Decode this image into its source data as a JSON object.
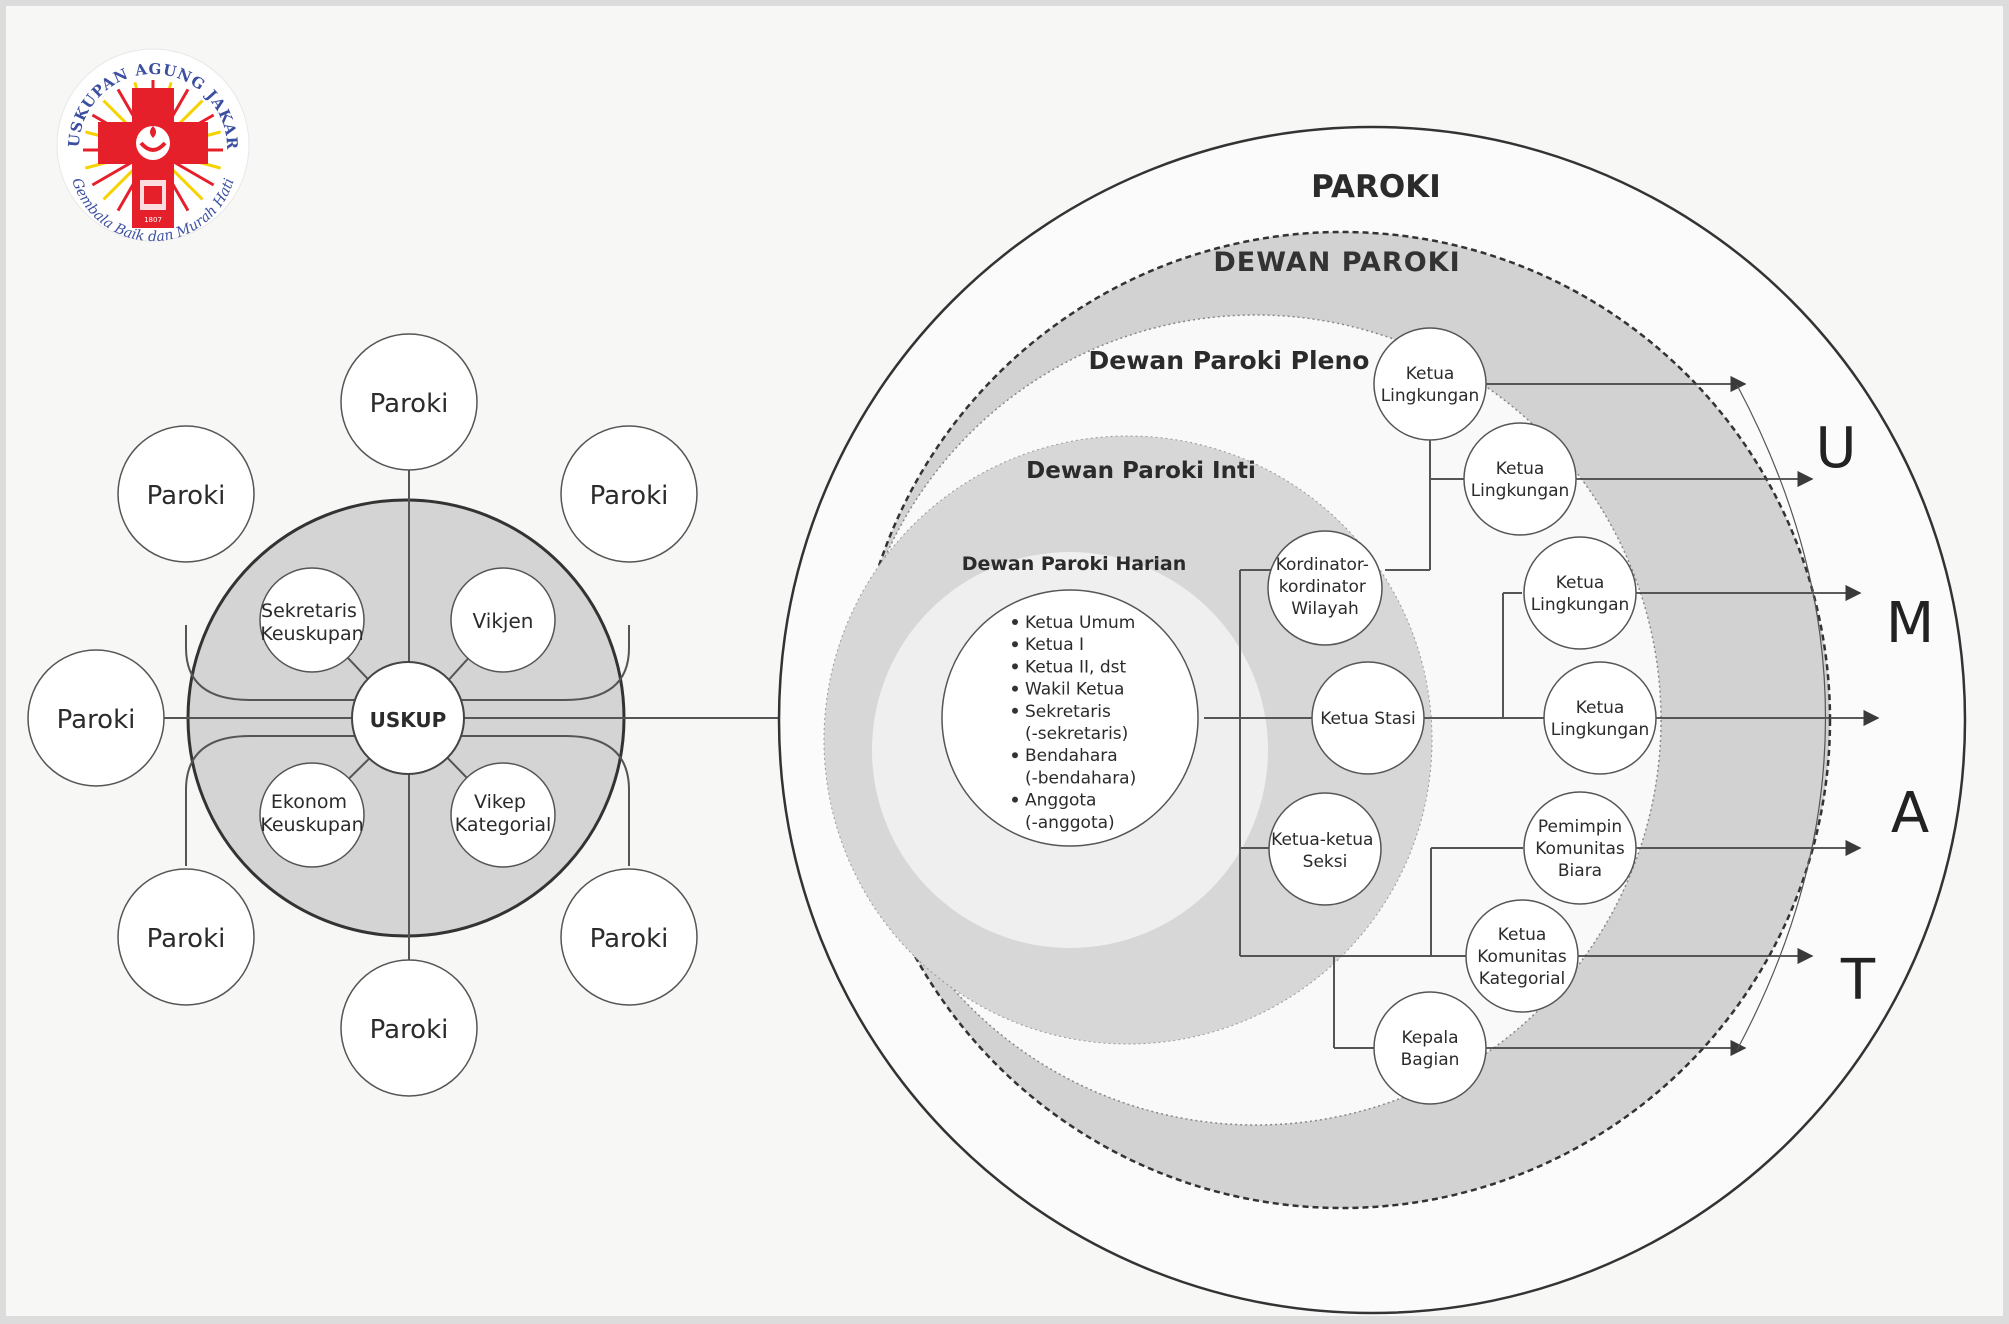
{
  "logo": {
    "top_text": "KEUSKUPAN AGUNG JAKARTA",
    "bottom_text": "Gembala Baik dan Murah Hati",
    "year": "1807"
  },
  "keuskupan": {
    "center": "USKUP",
    "inner": [
      "Sekretaris Keuskupan",
      "Vikjen",
      "Ekonom Keuskupan",
      "Vikep Kategorial"
    ],
    "outer": [
      "Paroki",
      "Paroki",
      "Paroki",
      "Paroki",
      "Paroki",
      "Paroki",
      "Paroki",
      "Paroki"
    ]
  },
  "paroki": {
    "title": "PAROKI",
    "dewan_paroki": "DEWAN PAROKI",
    "pleno": "Dewan Paroki Pleno",
    "inti": "Dewan Paroki Inti",
    "harian": "Dewan Paroki Harian",
    "harian_members": [
      "Ketua Umum",
      "Ketua I",
      "Ketua II, dst",
      "Wakil Ketua",
      "Sekretaris",
      "(-sekretaris)",
      "Bendahara",
      "(-bendahara)",
      "Anggota",
      "(-anggota)"
    ],
    "inti_nodes": [
      "Kordinator-kordinator Wilayah",
      "Ketua Stasi",
      "Ketua-ketua Seksi"
    ],
    "pleno_nodes": [
      "Ketua Lingkungan",
      "Ketua Lingkungan",
      "Ketua Lingkungan",
      "Ketua Lingkungan",
      "Pemimpin Komunitas Biara",
      "Ketua Komunitas Kategorial",
      "Kepala Bagian"
    ]
  },
  "umat": [
    "U",
    "M",
    "A",
    "T"
  ],
  "colors": {
    "background": "#dcdcdc",
    "panel": "#f7f7f6",
    "shade": "#d6d6d6",
    "line": "#4a4a4a",
    "logo_red": "#e5202b",
    "logo_yellow": "#f6d200",
    "logo_blue": "#3b4ea0"
  }
}
